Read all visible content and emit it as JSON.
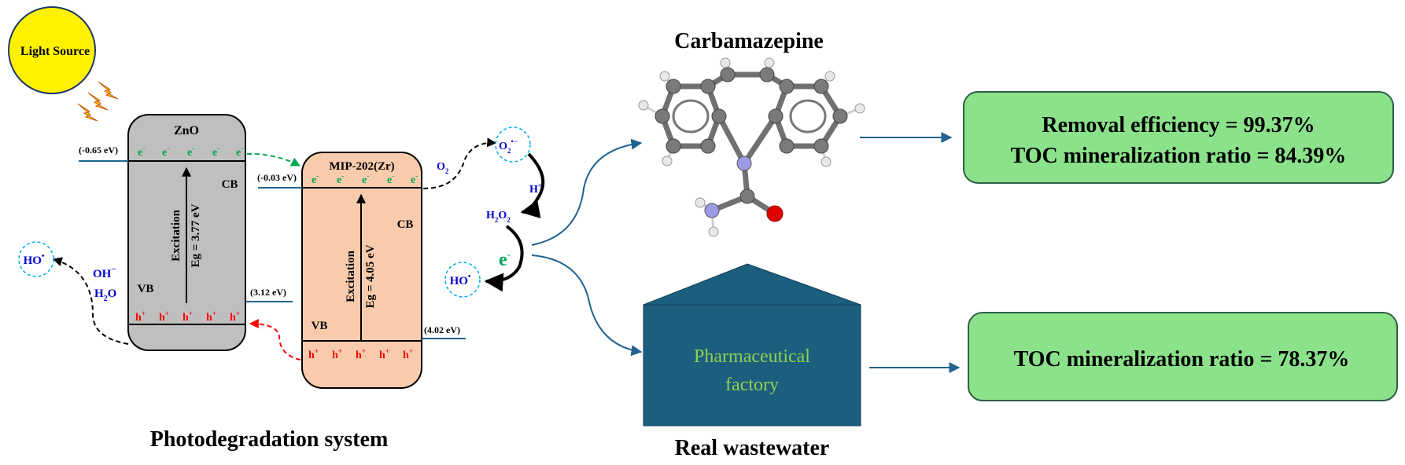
{
  "light_source": {
    "label": "Light Source"
  },
  "zno": {
    "name": "ZnO",
    "cb_energy": "(-0.65 eV)",
    "vb_energy": "(3.12 eV)",
    "cb_label": "CB",
    "vb_label": "VB",
    "excitation_label": "Excitation",
    "eg_label": "Eg = 3.77 eV",
    "electron": "e",
    "hole": "h"
  },
  "mip": {
    "name": "MIP-202(Zr)",
    "cb_energy": "(-0.03 eV)",
    "vb_energy": "(4.02 eV)",
    "cb_label": "CB",
    "vb_label": "VB",
    "excitation_label": "Excitation",
    "eg_label": "Eg = 4.05 eV",
    "electron": "e",
    "hole": "h"
  },
  "species": {
    "hydroxyl_radical": "HO",
    "hydroxide": "OH",
    "water": "H",
    "water_o": "O",
    "oxygen": "O",
    "superoxide": "O",
    "proton": "H",
    "hydrogen_peroxide_h": "H",
    "hydrogen_peroxide_o": "O",
    "electron": "e"
  },
  "captions": {
    "system": "Photodegradation system",
    "molecule": "Carbamazepine",
    "wastewater": "Real wastewater"
  },
  "factory": {
    "line1": "Pharmaceutical",
    "line2": "factory"
  },
  "results": {
    "box1_line1": "Removal efficiency = 99.37%",
    "box1_line2": "TOC mineralization ratio = 84.39%",
    "box2_line1": "TOC mineralization ratio = 78.37%"
  },
  "colors": {
    "sun": "#FFF200",
    "bolt": "#FFC000",
    "zno_fill": "#BFBFBF",
    "mip_fill": "#F8CBAD",
    "electron": "#00A651",
    "hole": "#FF0000",
    "species_blue": "#0000CC",
    "radical_circle": "#00B0F0",
    "band_line": "#1F6391",
    "factory": "#1B5E7E",
    "factory_text": "#92D050",
    "result_fill": "#8BE28B",
    "result_border": "#2E5F45"
  }
}
